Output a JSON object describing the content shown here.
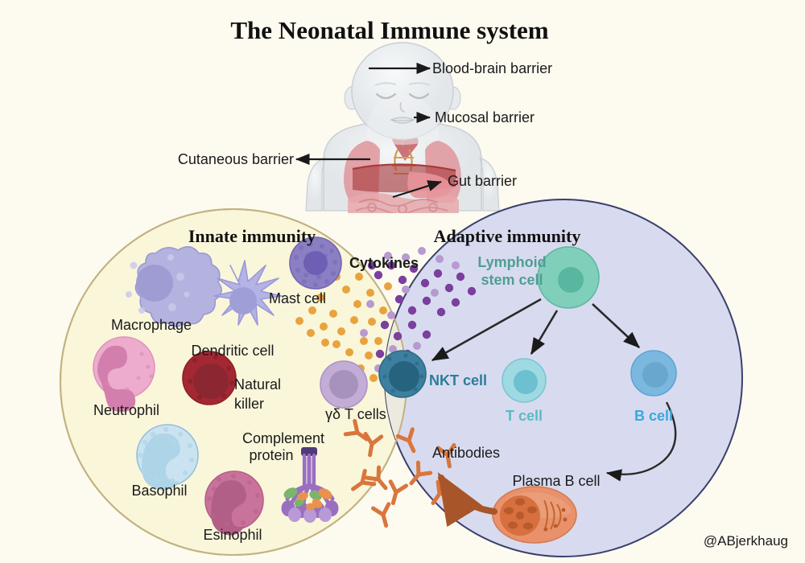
{
  "page": {
    "title": "The Neonatal Immune system",
    "background_color": "#fdfaf0",
    "signature": "@ABjerkhaug"
  },
  "barriers": [
    {
      "label": "Blood-brain barrier",
      "anchor": "head"
    },
    {
      "label": "Mucosal barrier",
      "anchor": "mouth"
    },
    {
      "label": "Cutaneous barrier",
      "anchor": "skin"
    },
    {
      "label": "Gut barrier",
      "anchor": "intestine"
    }
  ],
  "circles": {
    "innate": {
      "title": "Innate immunity",
      "fill": "#faf6da",
      "stroke": "#c2b280"
    },
    "adaptive": {
      "title": "Adaptive immunity",
      "fill": "#d8dbef",
      "stroke": "#3a3f6b"
    },
    "overlap": {
      "fill": "#eceadf"
    }
  },
  "innate_cells": [
    {
      "name": "Macrophage",
      "label": "Macrophage",
      "color": "#b4b3e0"
    },
    {
      "name": "Dendritic cell",
      "label": "Dendritic cell",
      "color": "#b4b3e6"
    },
    {
      "name": "Mast cell",
      "label": "Mast cell",
      "color": "#8b7fc4"
    },
    {
      "name": "Neutrophil",
      "label": "Neutrophil",
      "color": "#edaccd"
    },
    {
      "name": "Natural killer",
      "label": "Natural\nkiller",
      "color": "#a32833"
    },
    {
      "name": "Basophil",
      "label": "Basophil",
      "color": "#cbe3f0"
    },
    {
      "name": "Esinophil",
      "label": "Esinophil",
      "color": "#c9739b"
    },
    {
      "name": "Complement protein",
      "label": "Complement\nprotein",
      "color": "#9a6fc0"
    }
  ],
  "labels": {
    "macrophage": "Macrophage",
    "dendritic_cell": "Dendritic cell",
    "mast_cell": "Mast cell",
    "neutrophil": "Neutrophil",
    "natural_killer_line1": "Natural",
    "natural_killer_line2": "killer",
    "basophil": "Basophil",
    "esinophil": "Esinophil",
    "complement_line1": "Complement",
    "complement_line2": "protein",
    "cytokines": "Cytokines",
    "gd_t_cells": "γδ T cells",
    "nkt_cell": "NKT cell",
    "lymphoid_line1": "Lymphoid",
    "lymphoid_line2": "stem cell",
    "t_cell": "T cell",
    "b_cell": "B cell",
    "antibodies": "Antibodies",
    "plasma_b_cell": "Plasma B cell"
  },
  "adaptive_cells": [
    {
      "name": "Lymphoid stem cell",
      "label": "Lymphoid stem cell",
      "color": "#7fcfbb",
      "text_color": "#4f9e92"
    },
    {
      "name": "T cell",
      "label": "T cell",
      "color": "#9fd9e2",
      "text_color": "#57bcc4"
    },
    {
      "name": "B cell",
      "label": "B cell",
      "color": "#7bb8e0",
      "text_color": "#38a9e0"
    },
    {
      "name": "NKT cell",
      "label": "NKT cell",
      "color": "#3d7f9e",
      "text_color": "#2b7d9b"
    },
    {
      "name": "Plasma B cell",
      "label": "Plasma B cell",
      "color": "#e8916a",
      "text_color": "#1a1a1a"
    }
  ],
  "cytokine_colors": {
    "orange": "#e8a33d",
    "purple": "#7b3f9e",
    "light_purple": "#b79ad1"
  },
  "antibody_color": "#d9763c"
}
